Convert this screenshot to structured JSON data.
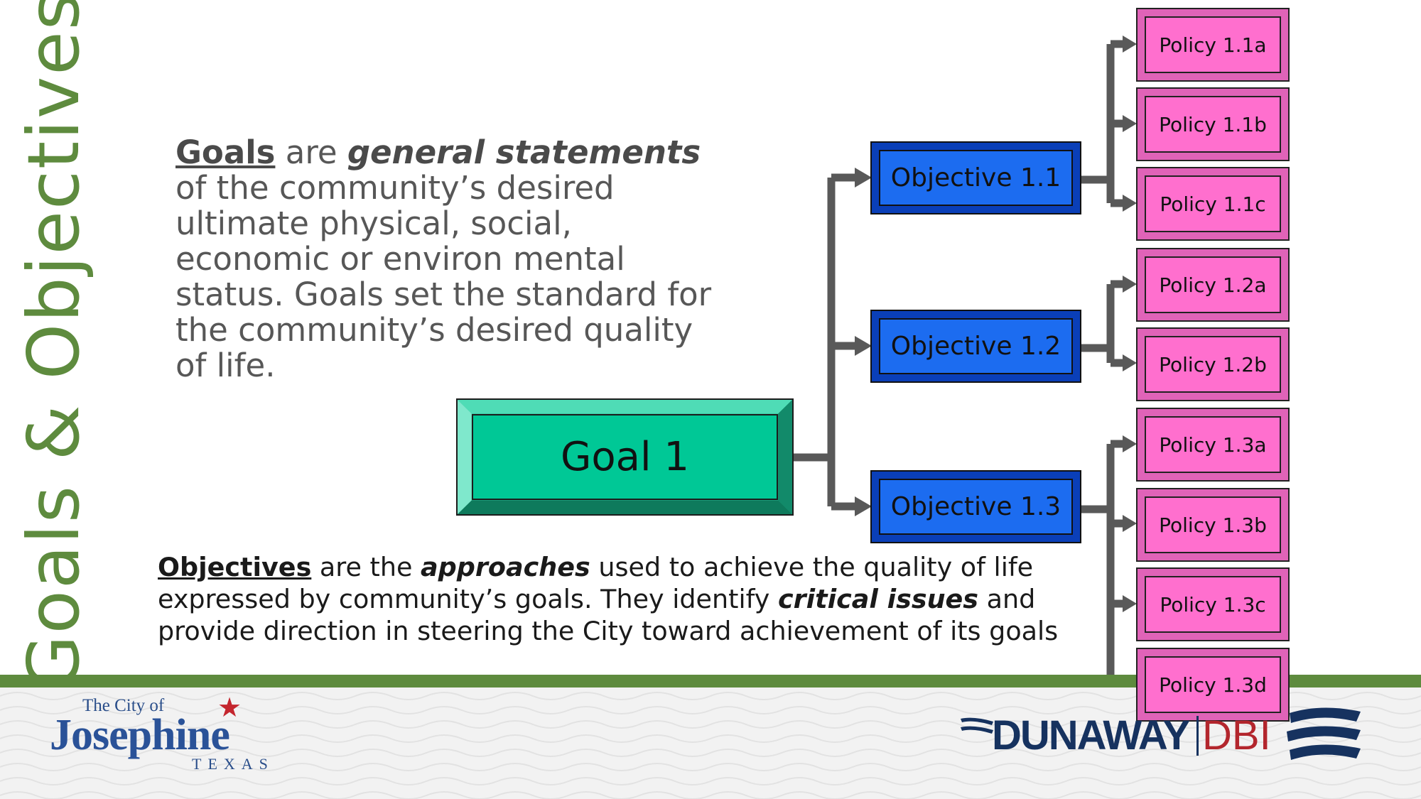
{
  "slide_title": "Goals & Objectives",
  "goals_paragraph": {
    "keyword": "Goals",
    "text_a": " are ",
    "emphasis": "general statements",
    "text_b": " of the community’s desired ultimate physical, social, economic or environ mental status.  Goals set the standard for the community’s desired quality of life."
  },
  "objectives_paragraph": {
    "keyword": "Objectives",
    "text_a": " are the ",
    "emphasis_1": "approaches",
    "text_b": " used to achieve the quality of life expressed by community’s goals.  They identify ",
    "emphasis_2": "critical issues",
    "text_c": " and provide direction in steering the City toward achievement of its goals"
  },
  "hierarchy": {
    "goal": "Goal 1",
    "objectives": [
      {
        "label": "Objective 1.1",
        "policies": [
          "Policy 1.1a",
          "Policy 1.1b",
          "Policy 1.1c"
        ]
      },
      {
        "label": "Objective 1.2",
        "policies": [
          "Policy 1.2a",
          "Policy 1.2b"
        ]
      },
      {
        "label": "Objective 1.3",
        "policies": [
          "Policy 1.3a",
          "Policy 1.3b",
          "Policy 1.3c",
          "Policy 1.3d"
        ]
      }
    ]
  },
  "footer": {
    "city_logo": {
      "line1": "The City of",
      "name": "Josephine",
      "state": "TEXAS"
    },
    "firm_logo": {
      "name": "DUNAWAY",
      "suffix": "DBI"
    }
  },
  "colors": {
    "title_green": "#5e8b3e",
    "goal_fill": "#00c896",
    "objective_fill": "#1c6cf0",
    "policy_fill": "#ff6fce",
    "connector": "#595959",
    "footer_band": "#5e8b3e"
  }
}
